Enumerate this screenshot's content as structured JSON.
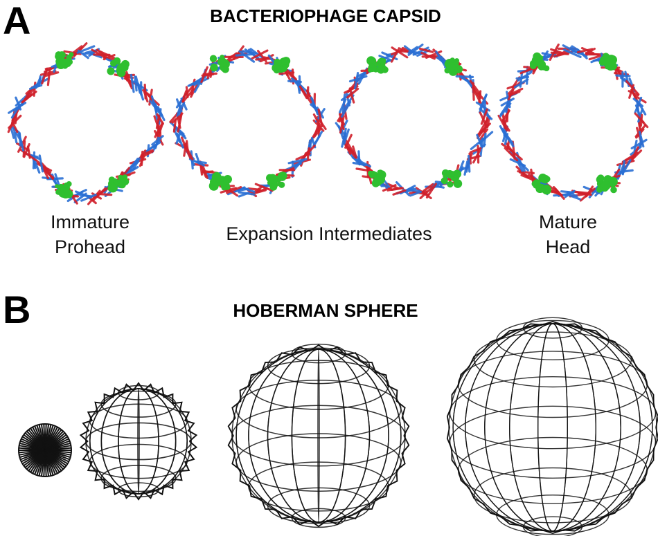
{
  "panel_a": {
    "letter": "A",
    "title": "BACTERIOPHAGE CAPSID",
    "captions": {
      "immature_line1": "Immature",
      "immature_line2": "Prohead",
      "intermediates": "Expansion Intermediates",
      "mature_line1": "Mature",
      "mature_line2": "Head"
    },
    "colors": {
      "red_subunit": "#d0202b",
      "blue_subunit": "#2a6fd4",
      "green_subunit": "#2fbf2f"
    }
  },
  "panel_b": {
    "letter": "B",
    "title": "HOBERMAN SPHERE",
    "colors": {
      "strut": "#111111"
    }
  }
}
